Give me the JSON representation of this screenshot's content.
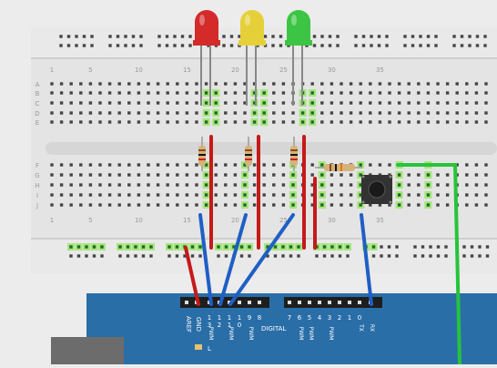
{
  "breadboard": {
    "column_numbers": [
      "1",
      "5",
      "10",
      "15",
      "20",
      "25",
      "30",
      "35"
    ],
    "top_row_letters": [
      "A",
      "B",
      "C",
      "D",
      "E"
    ],
    "bottom_row_letters": [
      "F",
      "G",
      "H",
      "I",
      "J"
    ]
  },
  "leds": [
    {
      "color": "red",
      "fill": "#d42a2a"
    },
    {
      "color": "yellow",
      "fill": "#e6d03a"
    },
    {
      "color": "green",
      "fill": "#3cc544"
    }
  ],
  "arduino": {
    "aref_label": "AREF",
    "gnd_label": "GND",
    "digital_label": "DIGITAL",
    "left_pin_labels": [
      "1 3",
      "1 2",
      "1 1",
      "1 0",
      "9",
      "8"
    ],
    "right_pin_labels": [
      "7",
      "6",
      "5",
      "4",
      "3",
      "2",
      "1",
      "0"
    ],
    "pwm_label": "PWM",
    "tx_label": "TX",
    "rx_label": "RX",
    "l_label": "L"
  },
  "colors": {
    "wire_red": "#c41a1a",
    "wire_blue": "#1f5fc4",
    "wire_green": "#26c43a",
    "board_blue": "#2a6ea8",
    "breadboard": "#e4e4e4"
  }
}
